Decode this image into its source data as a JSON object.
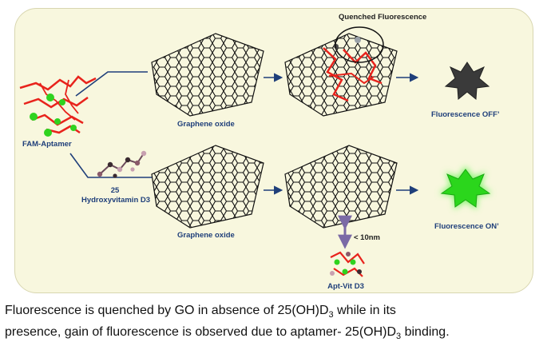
{
  "labels": {
    "fam_aptamer": "FAM-Aptamer",
    "quenched": "Quenched Fluorescence",
    "graphene_top": "Graphene oxide",
    "graphene_bottom": "Graphene oxide",
    "fluor_off": "Fluorescence OFF’",
    "fluor_on": "Fluorescence ON’",
    "hydroxy_num": "25",
    "hydroxy_name": "Hydroxyvitamin D3",
    "distance": "< 10nm",
    "apt_vit": "Apt-Vit D3"
  },
  "caption": {
    "line1_a": "Fluorescence is quenched by GO in absence of 25(OH)D",
    "sub1": "3",
    "line1_b": " while in its",
    "line2_a": "presence, gain of fluorescence is observed due to aptamer- 25(OH)D",
    "sub2": "3",
    "line2_b": " binding."
  },
  "colors": {
    "panel": "#f8f7de",
    "arrow": "#1f3f7a",
    "label": "#1f3f7a",
    "aptamer": "#e8231c",
    "fam": "#2fd31f",
    "off_star": "#3a3a3a",
    "on_star": "#2bd61c",
    "double_arrow": "#7b6aa6"
  }
}
